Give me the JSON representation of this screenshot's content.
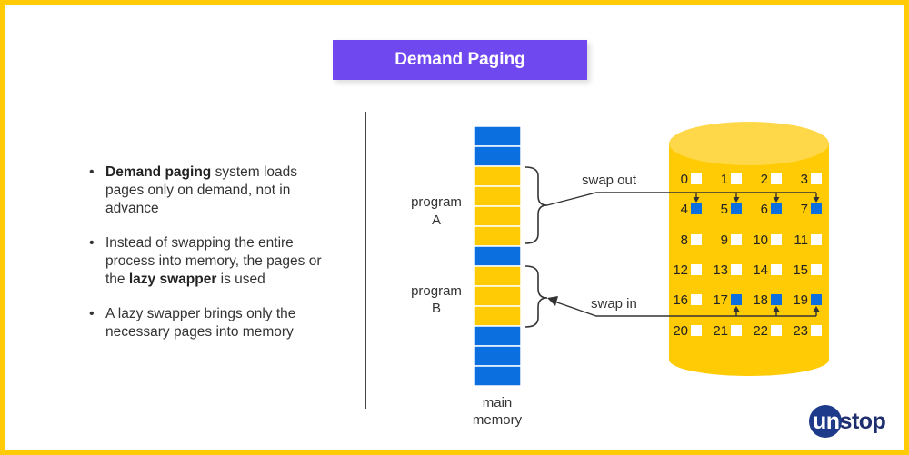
{
  "title": "Demand Paging",
  "bullets": [
    {
      "pre": "",
      "bold": "Demand paging",
      "post": " system loads pages only on demand, not in advance"
    },
    {
      "pre": "Instead of swapping the entire process into memory, the pages or the ",
      "bold": "lazy swapper",
      "post": " is used"
    },
    {
      "pre": "A lazy swapper brings only the necessary pages into memory",
      "bold": "",
      "post": ""
    }
  ],
  "memory": {
    "label_line1": "main",
    "label_line2": "memory",
    "blocks": [
      "blue",
      "blue",
      "yellow",
      "yellow",
      "yellow",
      "yellow",
      "blue",
      "yellow",
      "yellow",
      "yellow",
      "blue",
      "blue",
      "blue"
    ],
    "program_a_line1": "program",
    "program_a_line2": "A",
    "program_b_line1": "program",
    "program_b_line2": "B"
  },
  "arrows": {
    "swap_out": "swap out",
    "swap_in": "swap in"
  },
  "disk_pages": [
    {
      "n": "0",
      "filled": false
    },
    {
      "n": "1",
      "filled": false
    },
    {
      "n": "2",
      "filled": false
    },
    {
      "n": "3",
      "filled": false
    },
    {
      "n": "4",
      "filled": true
    },
    {
      "n": "5",
      "filled": true
    },
    {
      "n": "6",
      "filled": true
    },
    {
      "n": "7",
      "filled": true
    },
    {
      "n": "8",
      "filled": false
    },
    {
      "n": "9",
      "filled": false
    },
    {
      "n": "10",
      "filled": false
    },
    {
      "n": "11",
      "filled": false
    },
    {
      "n": "12",
      "filled": false
    },
    {
      "n": "13",
      "filled": false
    },
    {
      "n": "14",
      "filled": false
    },
    {
      "n": "15",
      "filled": false
    },
    {
      "n": "16",
      "filled": false
    },
    {
      "n": "17",
      "filled": true
    },
    {
      "n": "18",
      "filled": true
    },
    {
      "n": "19",
      "filled": true
    },
    {
      "n": "20",
      "filled": false
    },
    {
      "n": "21",
      "filled": false
    },
    {
      "n": "22",
      "filled": false
    },
    {
      "n": "23",
      "filled": false
    }
  ],
  "logo": {
    "text_highlight": "un",
    "text_rest": "stop"
  },
  "colors": {
    "yellow": "#FFCB05",
    "blue": "#0B6FE0",
    "purple": "#7048F0",
    "navy": "#1E3A8A"
  }
}
